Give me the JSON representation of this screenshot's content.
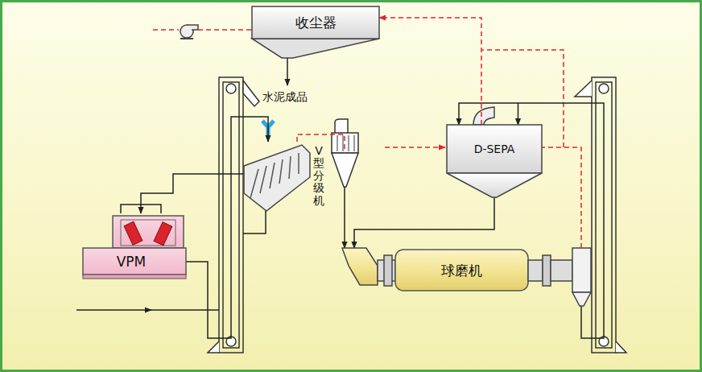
{
  "diagram": {
    "nodes": [
      {
        "text": [
          "收尘器"
        ]
      },
      {
        "text": [
          "V型分级机"
        ]
      },
      {
        "text": [
          "VPM"
        ]
      },
      {
        "text": [
          "D-SEPA"
        ]
      },
      {
        "text": [
          "球磨机"
        ]
      }
    ],
    "edges": [
      {
        "from": 2,
        "to": 1,
        "arrow": "to"
      },
      {
        "from": 1,
        "to": 2,
        "arrow": "to"
      },
      {
        "from": 1,
        "to": 4,
        "arrow": "to"
      },
      {
        "from": 3,
        "to": 4,
        "arrow": "to"
      },
      {
        "from": 4,
        "to": 3,
        "arrow": "to"
      },
      {
        "from": 3,
        "to": 0,
        "arrow": "to"
      }
    ],
    "labels": [
      "水泥成品"
    ]
  }
}
